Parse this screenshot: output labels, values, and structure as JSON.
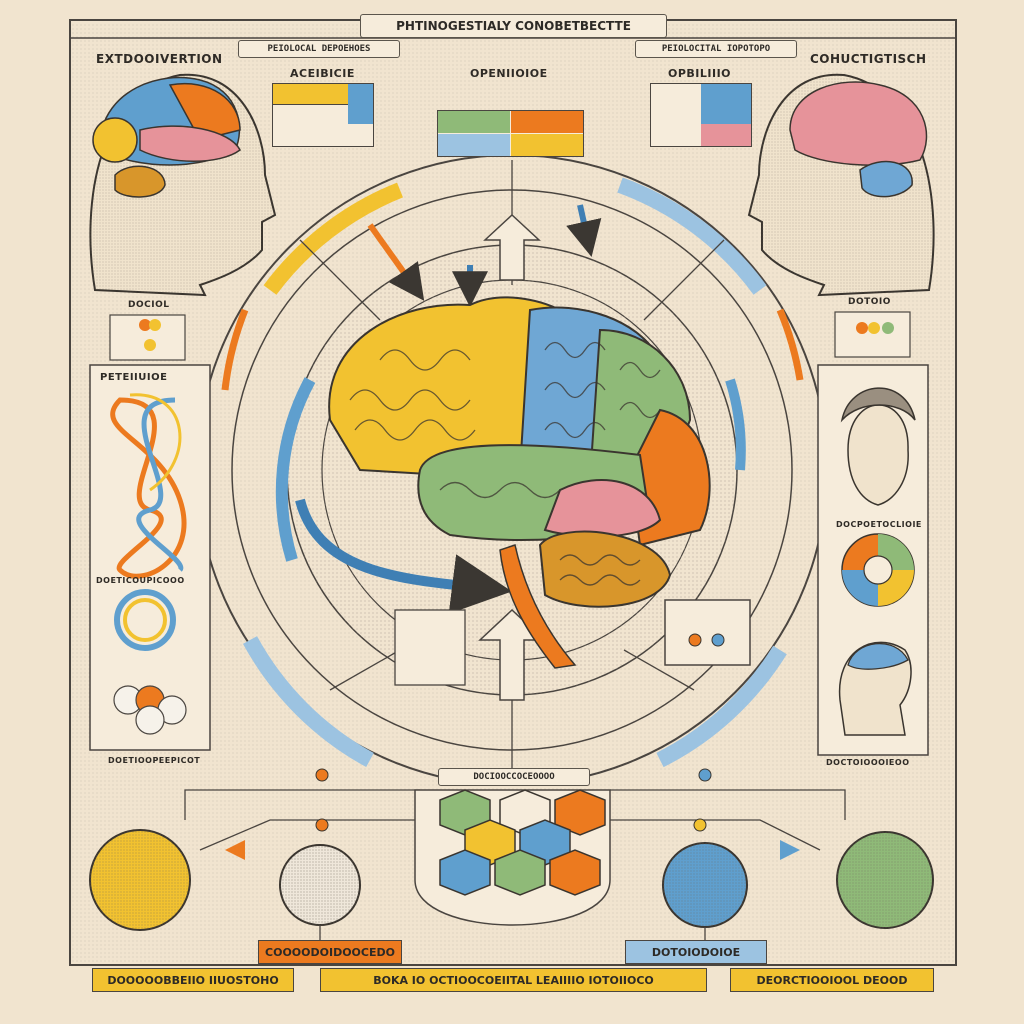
{
  "header": {
    "title": "PHTINOGESTIALY CONOBETBECTTE"
  },
  "top_left": {
    "title": "EXTDOOIVERTION"
  },
  "top_right": {
    "title": "COHUCTIGTISCH"
  },
  "sub_labels": {
    "top_box_left": "PEIOLOCAL DEPOEHOES",
    "top_box_right": "PEIOLOCITAL IOPOTOPO",
    "col_left": "ACEIBICIE",
    "col_mid": "OPENIIOIOE",
    "col_right": "OPBILIIIO"
  },
  "left_panel": {
    "title": "PETEIIUIOE",
    "caption_mid": "DOETICOUPICOOO",
    "caption_bot": "DOETIOOPEEPICOT"
  },
  "right_panel": {
    "small_box": "DOTOIO",
    "caption_mid": "DOCPOETOCLIOIE",
    "caption_bot": "DOCTOIOOOIEOO"
  },
  "left_small_box": "DOCIOL",
  "hex_panel_title": "DOCIOOCCOCEOOOO",
  "bottom_left_tag": "COOOODOIDOOCEDO",
  "bottom_right_tag": "DOTOIODOIOE",
  "footer": {
    "left": "DOOOOOBBEIIO IIUOSTOHO",
    "middle": "BOKA IO OCTIOOCOEIITAL LEAIIIIO IOTOIIOCO",
    "right": "DEORCTIOOIOOL DEOOD"
  },
  "colors": {
    "yellow": "#f2c230",
    "orange": "#ec7a1f",
    "blue": "#5f9fce",
    "green": "#8fba78",
    "pink": "#e6939a",
    "paper": "#f1e4cf",
    "ink": "#2d2a26"
  }
}
